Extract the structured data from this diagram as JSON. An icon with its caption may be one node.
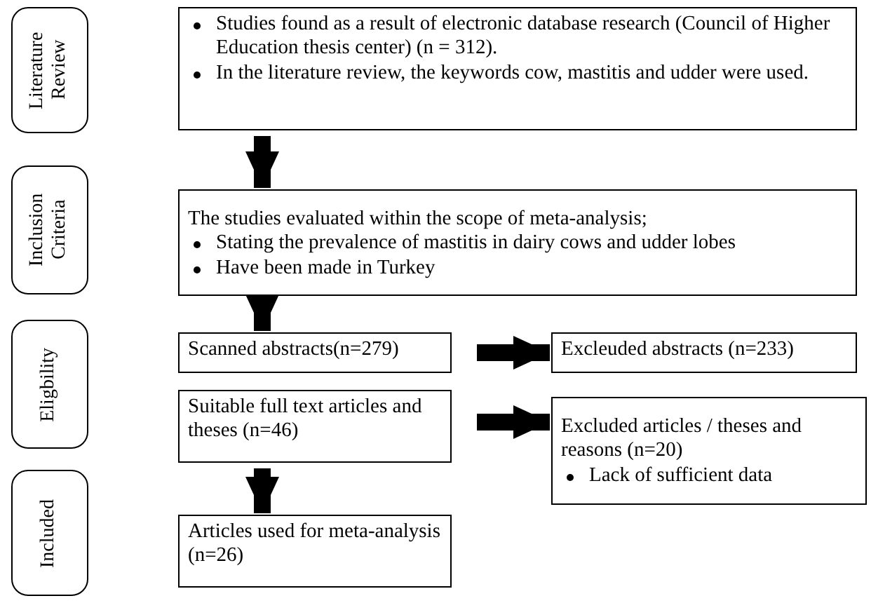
{
  "diagram": {
    "nodes": [
      {
        "text": [
          "Literature Review"
        ]
      },
      {
        "text": [
          "Studies found as a result of electronic database research (Council of Higher Education thesis center) (n = 312).",
          "In the literature review, the keywords cow, mastitis and udder were used."
        ]
      },
      {
        "text": [
          "Inclusion Criteria"
        ]
      },
      {
        "text": [
          "The studies evaluated within the scope of meta-analysis;",
          "Stating the prevalence of mastitis in dairy cows and udder lobes",
          "Have been made in Turkey"
        ]
      },
      {
        "text": [
          "Eligbility"
        ]
      },
      {
        "text": [
          "Scanned abstracts(n=279)"
        ]
      },
      {
        "text": [
          "Excleuded abstracts (n=233)"
        ]
      },
      {
        "text": [
          "Suitable full text articles and theses (n=46)"
        ]
      },
      {
        "text": [
          "Excluded articles / theses and reasons (n=20)",
          "Lack of sufficient data"
        ]
      },
      {
        "text": [
          "Included"
        ]
      },
      {
        "text": [
          "Articles used for meta-analysis (n=26)"
        ]
      }
    ],
    "edges": [
      {
        "from": 1,
        "to": 3,
        "arrow": "to"
      },
      {
        "from": 3,
        "to": 5,
        "arrow": "to"
      },
      {
        "from": 5,
        "to": 6,
        "arrow": "to"
      },
      {
        "from": 7,
        "to": 8,
        "arrow": "to"
      },
      {
        "from": 7,
        "to": 10,
        "arrow": "to"
      }
    ]
  }
}
